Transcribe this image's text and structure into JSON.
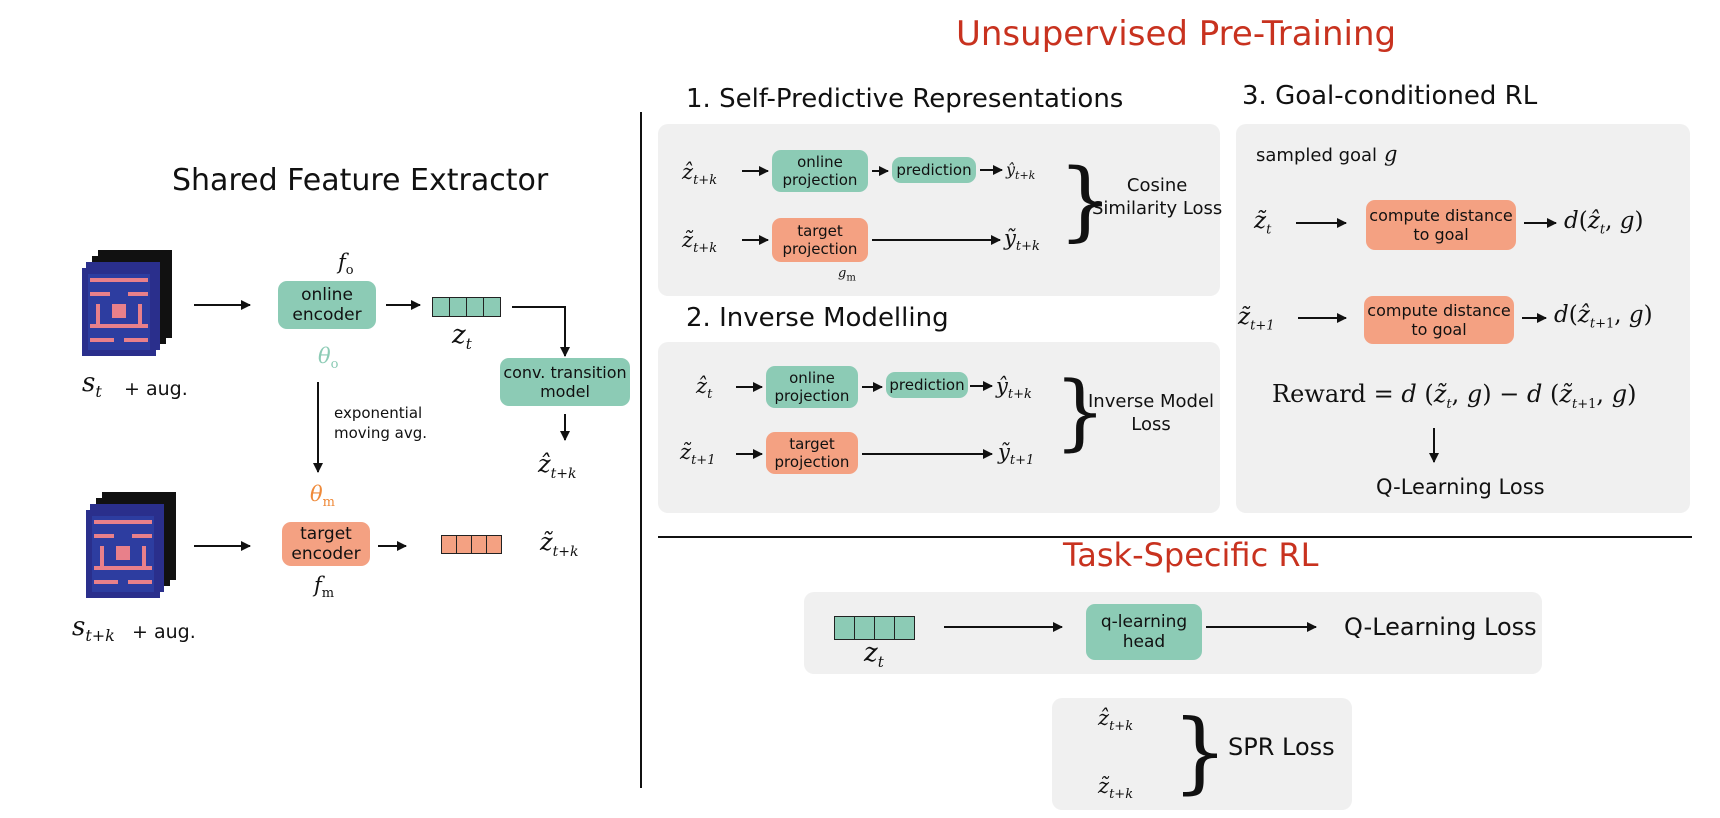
{
  "title_pretraining": "Unsupervised Pre-Training",
  "title_task": "Task-Specific RL",
  "colors": {
    "title_red": "#c8321f",
    "online": "#8ccbb5",
    "target": "#f4a182",
    "panel": "#f0f0f0",
    "frame": "#2d3da0"
  },
  "left": {
    "title": "Shared Feature Extractor",
    "state_t_label": "+ aug.",
    "state_tk_label": "+ aug.",
    "f_online": "f",
    "theta_online": "θ",
    "online_encoder": "online\nencoder",
    "ema_label": "exponential\nmoving avg.",
    "theta_momentum": "θ",
    "target_encoder": "target\nencoder",
    "f_momentum": "f",
    "transition_model": "conv. transition\nmodel"
  },
  "spr": {
    "title": "1. Self-Predictive Representations",
    "online_projection": "online\nprojection",
    "prediction": "prediction",
    "target_projection": "target\nprojection",
    "g_label": "g",
    "loss": "Cosine\nSimilarity Loss"
  },
  "inverse": {
    "title": "2. Inverse Modelling",
    "online_projection": "online\nprojection",
    "prediction": "prediction",
    "target_projection": "target\nprojection",
    "loss": "Inverse Model\nLoss"
  },
  "goal": {
    "title": "3. Goal-conditioned RL",
    "sampled_goal": "sampled goal",
    "compute1": "compute distance\nto goal",
    "compute2": "compute distance\nto goal",
    "reward_word": "Reward",
    "qloss": "Q-Learning Loss"
  },
  "task": {
    "head": "q-learning\nhead",
    "qloss": "Q-Learning Loss",
    "spr_loss": "SPR Loss"
  }
}
